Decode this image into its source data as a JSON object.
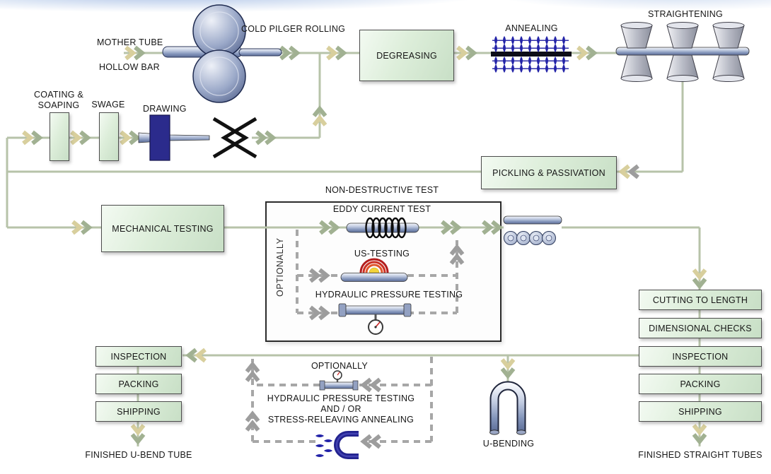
{
  "labels": {
    "mother_tube": "MOTHER TUBE",
    "hollow_bar": "HOLLOW BAR",
    "cold_pilger_rolling": "COLD PILGER ROLLING",
    "degreasing": "DEGREASING",
    "annealing": "ANNEALING",
    "straightening": "STRAIGHTENING",
    "pickling_passivation": "PICKLING & PASSIVATION",
    "coating_soaping": "COATING &\nSOAPING",
    "swage": "SWAGE",
    "drawing": "DRAWING",
    "mechanical_testing": "MECHANICAL TESTING",
    "non_destructive_test": "NON-DESTRUCTIVE TEST",
    "eddy_current_test": "EDDY CURRENT TEST",
    "us_testing": "US-TESTING",
    "hydraulic_pressure_testing": "HYDRAULIC PRESSURE TESTING",
    "optionally_ndt": "OPTIONALLY",
    "cutting_to_length": "CUTTING TO LENGTH",
    "dimensional_checks": "DIMENSIONAL CHECKS",
    "inspection_right": "INSPECTION",
    "packing_right": "PACKING",
    "shipping_right": "SHIPPING",
    "finished_straight_tubes": "FINISHED STRAIGHT TUBES",
    "u_bending": "U-BENDING",
    "optionally_bottom": "OPTIONALLY",
    "optional_treatments": "HYDRAULIC PRESSURE TESTING\nAND / OR\nSTRESS-RELEAVING ANNEALING",
    "inspection_left": "INSPECTION",
    "packing_left": "PACKING",
    "shipping_left": "SHIPPING",
    "finished_u_bend_tube": "FINISHED U-BEND TUBE"
  },
  "icons": {
    "cold_pilger_rolls": "cold-pilger-rolls-icon",
    "annealing_burners": "annealing-burners-icon",
    "straightening_rollers": "straightening-rollers-icon",
    "drawing_die": "drawing-die-icon",
    "drawing_grip": "drawing-grip-icon",
    "eddy_current_coil": "eddy-current-coil-icon",
    "ultrasonic_test": "ultrasonic-test-icon",
    "hydraulic_test_gauge": "hydraulic-test-gauge-icon",
    "tube_bundle": "tube-bundle-icon",
    "u_bend_tube": "u-bend-tube-icon",
    "small_hydraulic_test": "small-hydraulic-test-icon",
    "stress_annealing_flames": "stress-annealing-flames-icon"
  },
  "colors": {
    "process_box_fill": "#d9ead6",
    "process_box_border": "#4c4c4c",
    "arrow_sage": "#a1b192",
    "arrow_tan": "#d8cf9d",
    "arrow_gray": "#9d9d9d",
    "flow_line": "#b7c3a9",
    "dashed_line": "#a7a7a7",
    "flame_blue": "#2323a8",
    "die_blue": "#2b2b8c",
    "tube_metal": "#8294ba"
  }
}
